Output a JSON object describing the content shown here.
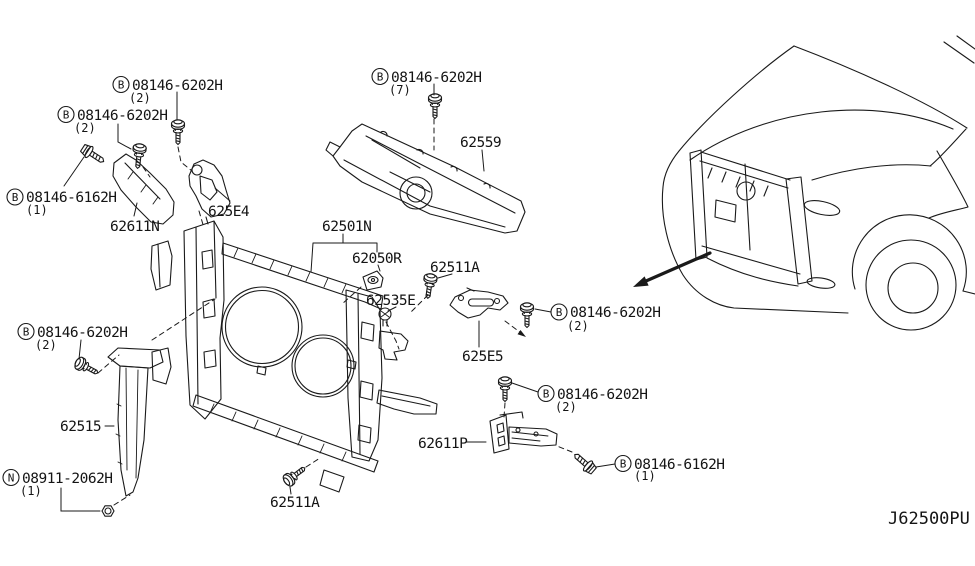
{
  "diagram": {
    "code": "J62500PU"
  },
  "colors": {
    "line": "#1a1a1a",
    "background": "#ffffff"
  },
  "callouts": [
    {
      "prefix": "B",
      "code": "08146-6202H",
      "qty": "(2)"
    },
    {
      "prefix": "B",
      "code": "08146-6202H",
      "qty": "(2)"
    },
    {
      "prefix": "B",
      "code": "08146-6162H",
      "qty": "(1)"
    },
    {
      "prefix": "",
      "code": "62611N",
      "qty": ""
    },
    {
      "prefix": "",
      "code": "625E4",
      "qty": ""
    },
    {
      "prefix": "B",
      "code": "08146-6202H",
      "qty": "(7)"
    },
    {
      "prefix": "",
      "code": "62559",
      "qty": ""
    },
    {
      "prefix": "",
      "code": "62501N",
      "qty": ""
    },
    {
      "prefix": "",
      "code": "62050R",
      "qty": ""
    },
    {
      "prefix": "",
      "code": "62511A",
      "qty": ""
    },
    {
      "prefix": "",
      "code": "62535E",
      "qty": ""
    },
    {
      "prefix": "B",
      "code": "08146-6202H",
      "qty": "(2)"
    },
    {
      "prefix": "",
      "code": "625E5",
      "qty": ""
    },
    {
      "prefix": "B",
      "code": "08146-6202H",
      "qty": "(2)"
    },
    {
      "prefix": "",
      "code": "62515",
      "qty": ""
    },
    {
      "prefix": "N",
      "code": "08911-2062H",
      "qty": "(1)"
    },
    {
      "prefix": "",
      "code": "62511A",
      "qty": ""
    },
    {
      "prefix": "",
      "code": "62611P",
      "qty": ""
    },
    {
      "prefix": "B",
      "code": "08146-6202H",
      "qty": "(2)"
    },
    {
      "prefix": "B",
      "code": "08146-6162H",
      "qty": "(1)"
    }
  ]
}
